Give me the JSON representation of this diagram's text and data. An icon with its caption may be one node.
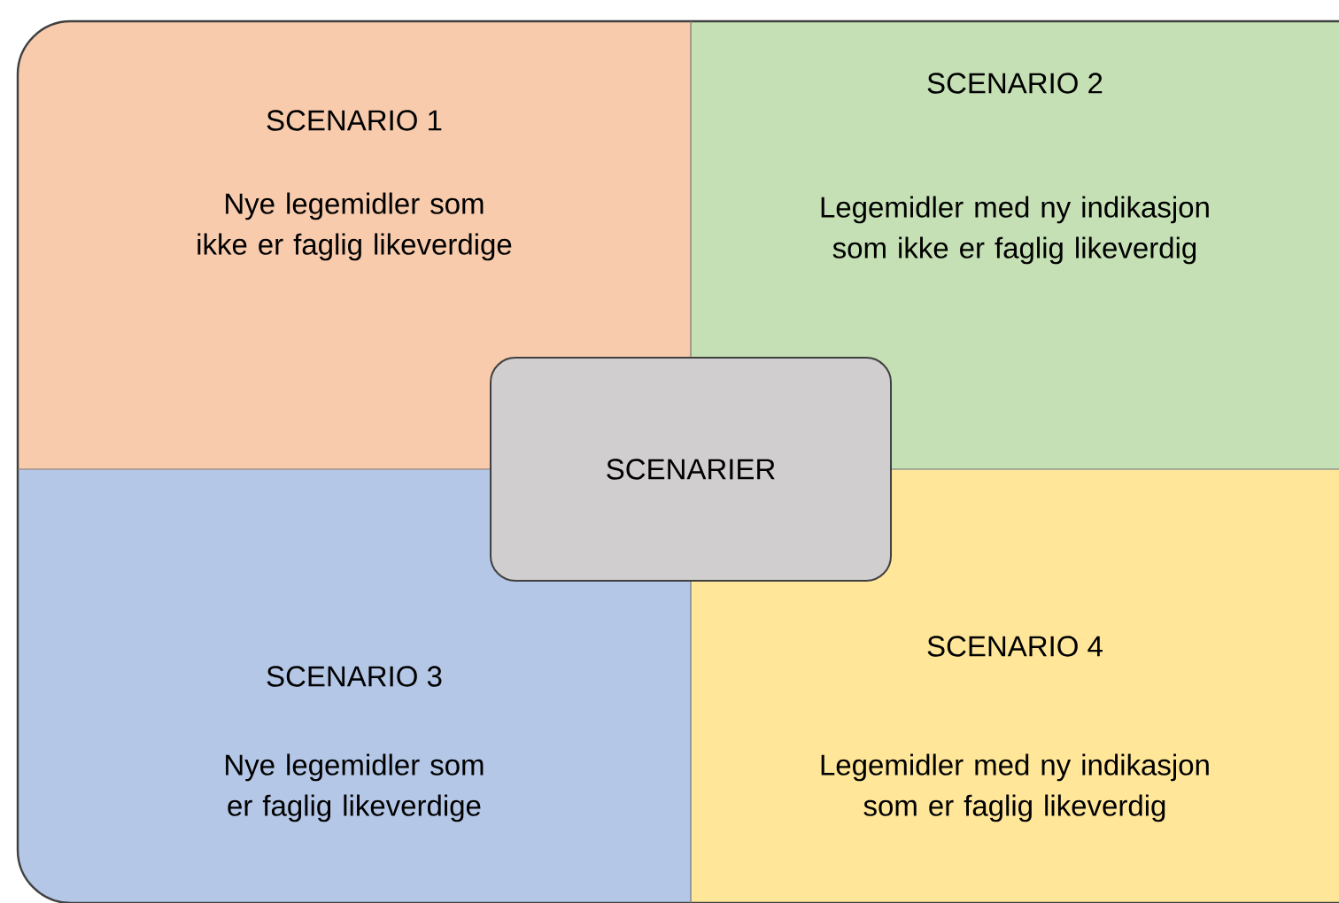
{
  "diagram": {
    "nodes": [
      {
        "text": [
          "SCENARIO 1",
          "Nye legemidler som ikke er faglig likeverdige"
        ]
      },
      {
        "text": [
          "SCENARIO 2",
          "Legemidler med ny indikasjon som ikke er faglig likeverdig"
        ]
      },
      {
        "text": [
          "SCENARIO 3",
          "Nye legemidler som er faglig likeverdige"
        ]
      },
      {
        "text": [
          "SCENARIO 4",
          "Legemidler med ny indikasjon som er faglig likeverdig"
        ]
      },
      {
        "text": [
          "SCENARIER"
        ]
      }
    ]
  }
}
